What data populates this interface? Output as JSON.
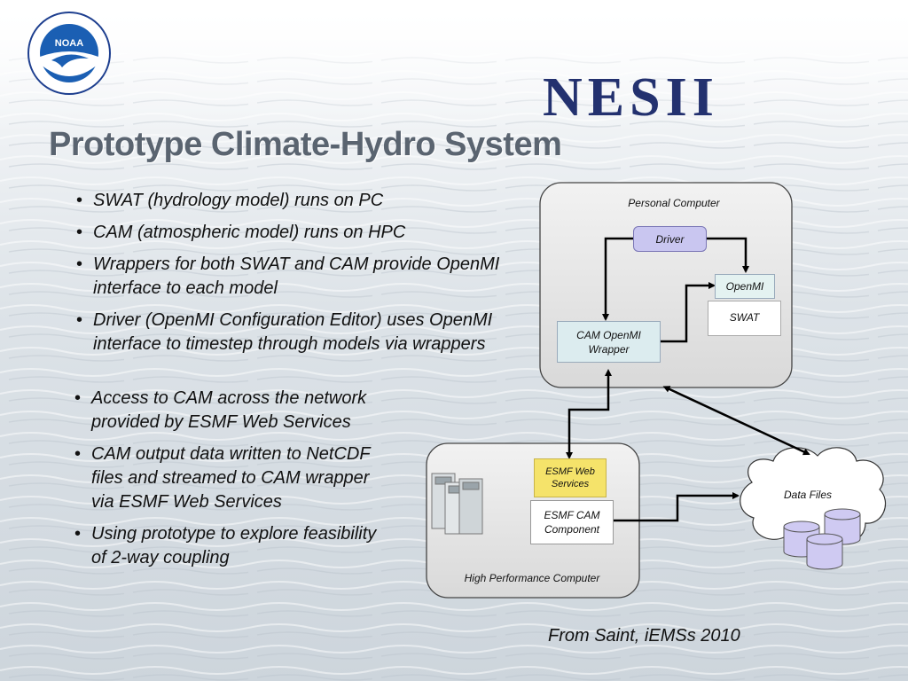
{
  "slide": {
    "title": "Prototype Climate-Hydro System",
    "noaa_logo": {
      "icon": "noaa-seal-icon",
      "text": "NOAA"
    },
    "nesii_logo": {
      "icon": "nesii-logo-icon",
      "text": "NESII"
    },
    "bullets_top": [
      "SWAT (hydrology model) runs on PC",
      "CAM (atmospheric model) runs on HPC",
      "Wrappers for both SWAT and CAM provide OpenMI interface to each model",
      "Driver (OpenMI Configuration Editor) uses OpenMI interface to timestep through models via wrappers"
    ],
    "bullets_bottom": [
      "Access to CAM across the network provided by ESMF Web Services",
      "CAM output data written to NetCDF files and streamed to CAM wrapper via ESMF Web Services",
      "Using prototype to explore feasibility of 2-way coupling"
    ],
    "source": "From Saint, iEMSs 2010"
  },
  "diagram": {
    "personal_computer": "Personal Computer",
    "driver": "Driver",
    "openmi": "OpenMI",
    "swat": "SWAT",
    "cam_openmi_wrapper": "CAM OpenMI Wrapper",
    "high_performance_computer": "High Performance Computer",
    "esmf_web_services": "ESMF Web Services",
    "esmf_cam_component": "ESMF CAM Component",
    "data_files": "Data Files",
    "colors": {
      "driver_fill": "#c9c6f0",
      "openmi_fill": "#e4f2f1",
      "wrapper_fill": "#dcecef",
      "esmf_ws_fill": "#f5e36a",
      "db_fill": "#cfcaf2",
      "nesii_blue": "#23316f"
    }
  }
}
